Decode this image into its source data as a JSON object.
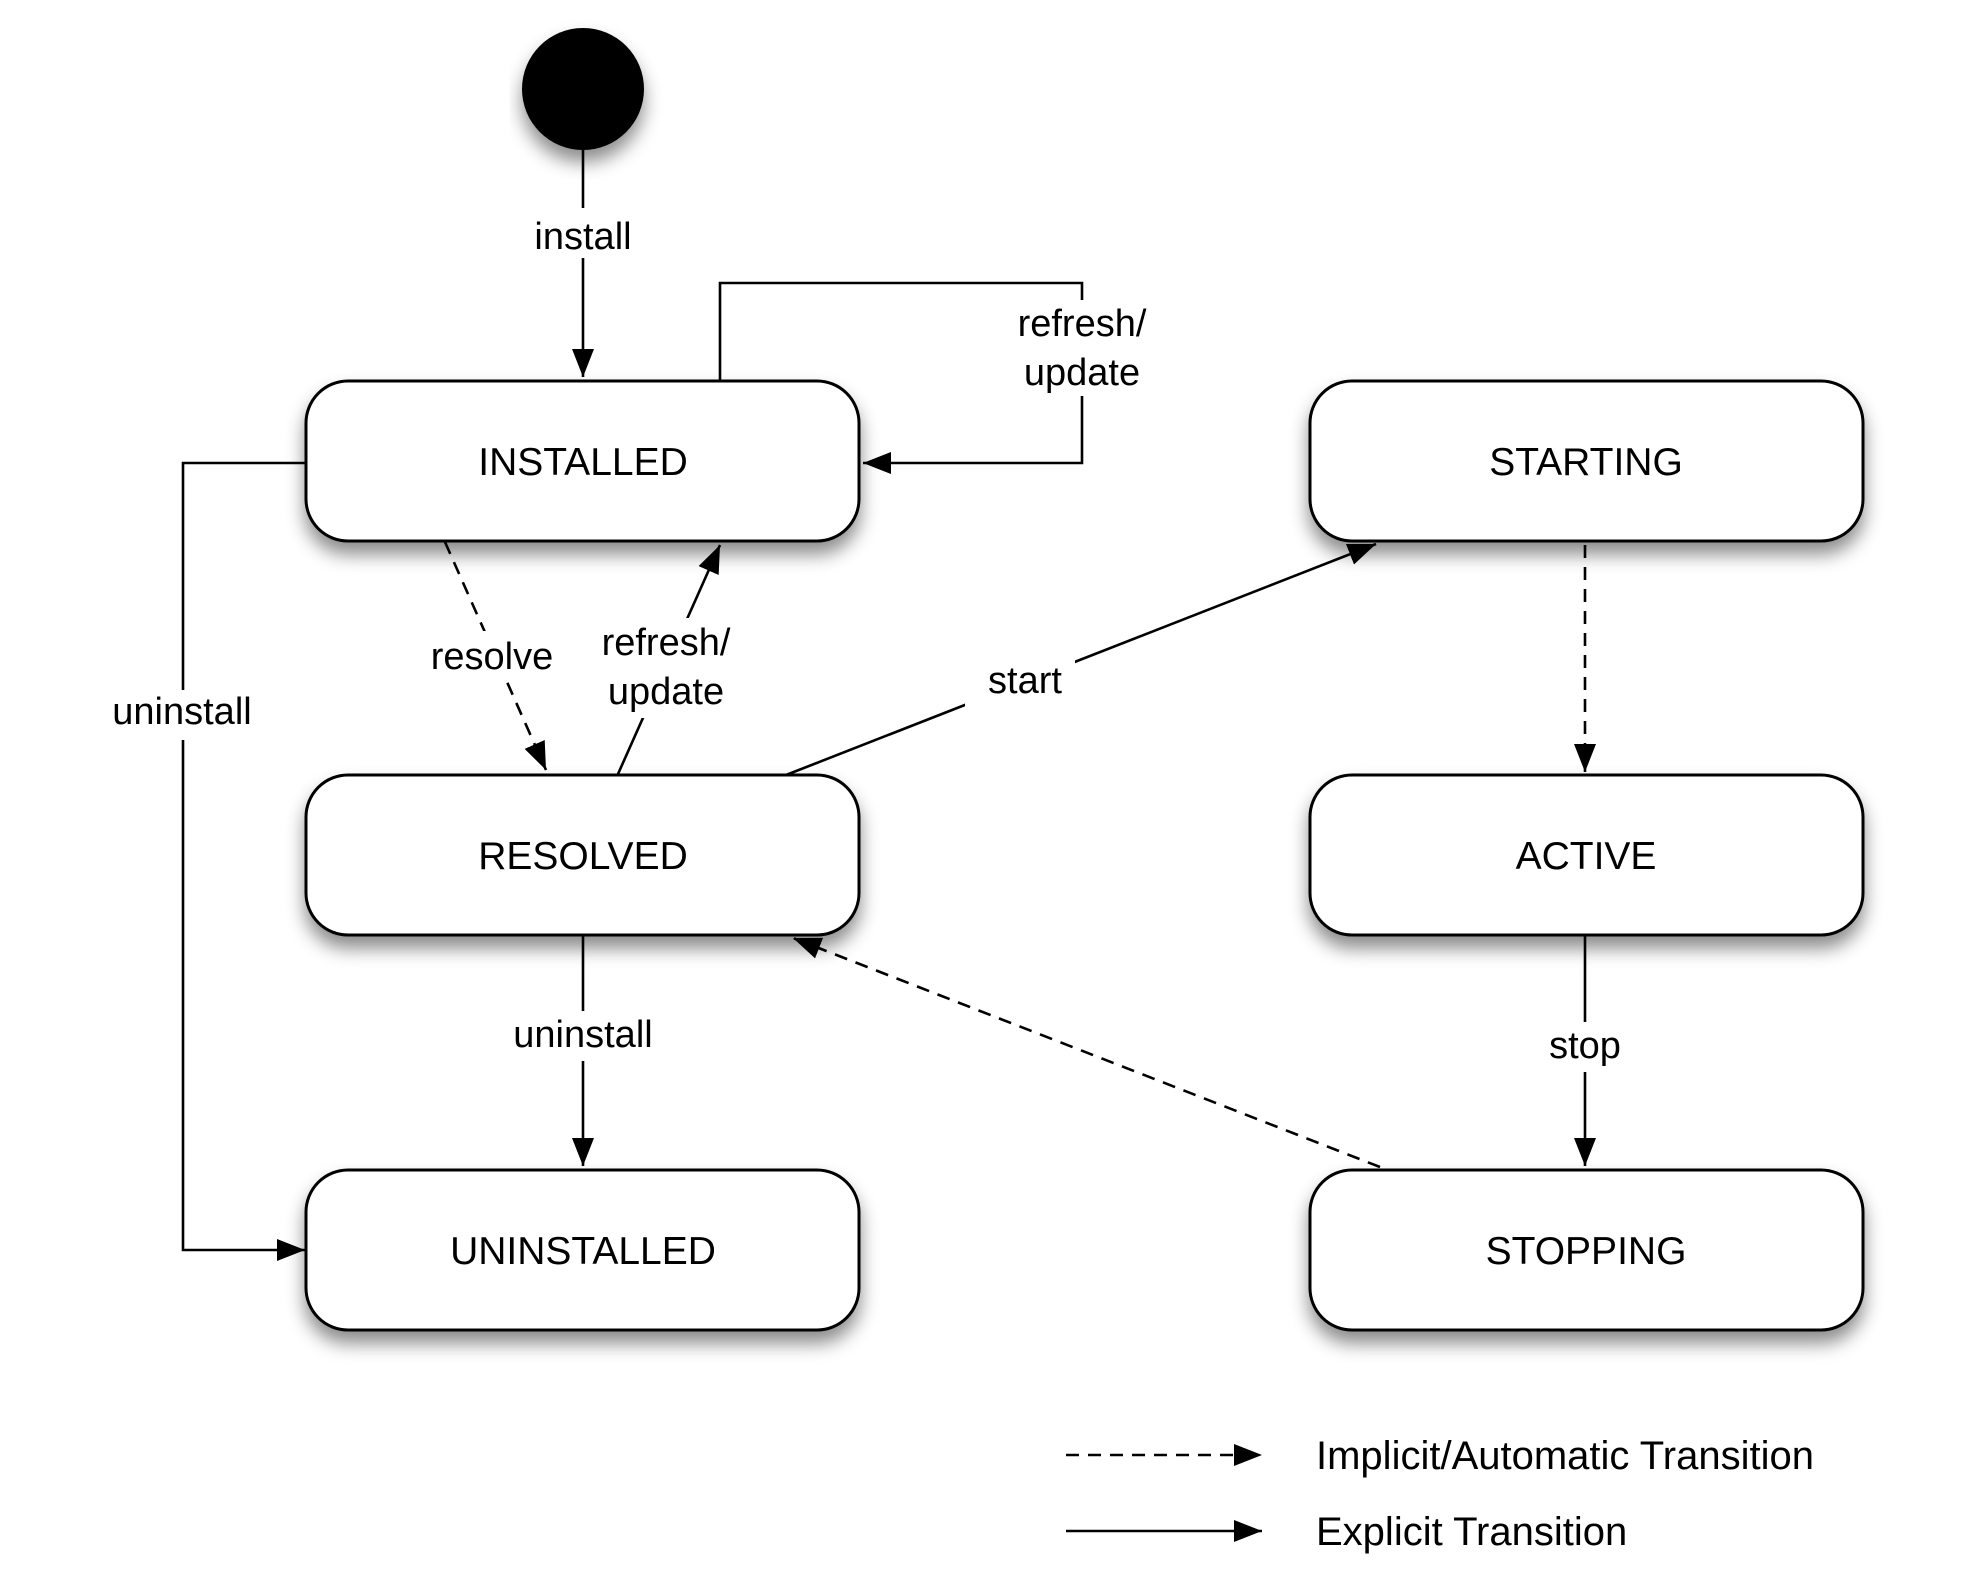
{
  "states": {
    "installed": "INSTALLED",
    "resolved": "RESOLVED",
    "uninstalled": "UNINSTALLED",
    "starting": "STARTING",
    "active": "ACTIVE",
    "stopping": "STOPPING"
  },
  "transitions": {
    "install": "install",
    "refresh_self_line1": "refresh/",
    "refresh_self_line2": "update",
    "resolve": "resolve",
    "refresh_back_line1": "refresh/",
    "refresh_back_line2": "update",
    "uninstall_left": "uninstall",
    "uninstall_resolved": "uninstall",
    "start": "start",
    "stop": "stop"
  },
  "legend": {
    "implicit": "Implicit/Automatic Transition",
    "explicit": "Explicit Transition"
  }
}
